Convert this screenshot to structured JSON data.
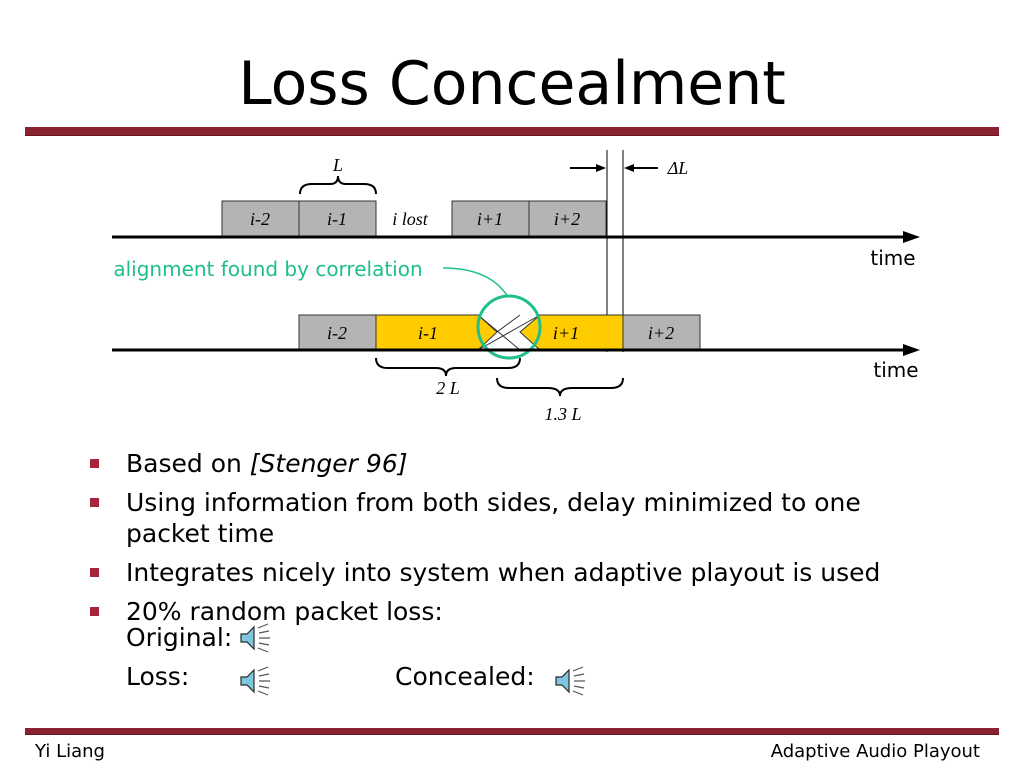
{
  "title": "Loss Concealment",
  "diagram": {
    "top_row": {
      "packets": [
        "i-2",
        "i-1",
        "i lost",
        "i+1",
        "i+2"
      ],
      "time_label": "time",
      "L_label": "L",
      "delta_label": "ΔL"
    },
    "annotation": "alignment found by correlation",
    "bottom_row": {
      "packets": [
        "i-2",
        "i-1",
        "i+1",
        "i+2"
      ],
      "time_label": "time",
      "brace1_label": "2 L",
      "brace2_label": "1.3 L"
    },
    "colors": {
      "packet_gray": "#b4b4b4",
      "packet_yellow": "#ffcc00",
      "annotation_green": "#1fbf8c",
      "accent_rule": "#8b2232",
      "bullet": "#a8243c"
    }
  },
  "bullets": [
    {
      "text": "Based on ",
      "emph": "[Stenger 96]"
    },
    {
      "text": "Using information from both sides, delay minimized to one packet time"
    },
    {
      "text": "Integrates nicely into system when adaptive playout is used"
    },
    {
      "text": "20% random packet loss:"
    }
  ],
  "audio": {
    "original_label": "Original:",
    "loss_label": "Loss:",
    "concealed_label": "Concealed:",
    "icon": "speaker-icon"
  },
  "footer": {
    "left": "Yi Liang",
    "right": "Adaptive Audio Playout"
  }
}
